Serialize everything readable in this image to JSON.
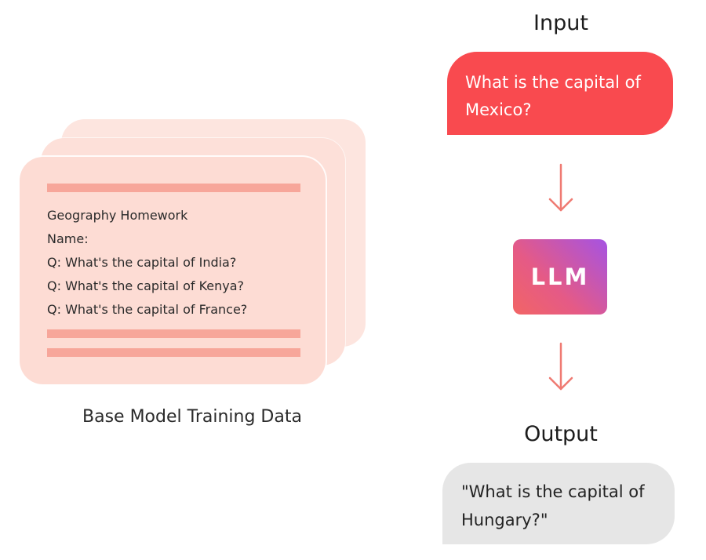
{
  "training_card": {
    "lines": [
      "Geography Homework",
      "Name:",
      "Q: What's the capital of India?",
      "Q: What's the capital of Kenya?",
      "Q: What's the capital of France?"
    ]
  },
  "caption": "Base Model Training Data",
  "flow": {
    "input_heading": "Input",
    "input_text": "What is the capital of Mexico?",
    "model_label": "LLM",
    "output_heading": "Output",
    "output_text": "\"What is the capital of Hungary?\""
  },
  "colors": {
    "input_bubble": "#f94a4f",
    "output_bubble": "#e6e6e6",
    "card": "#fddcd4",
    "card_bar": "#f7a69a",
    "arrow": "#ef7a72",
    "llm_gradient_start": "#a553e3",
    "llm_gradient_end": "#f26565"
  },
  "icons": {
    "flow_arrow": "arrow-down-icon"
  }
}
